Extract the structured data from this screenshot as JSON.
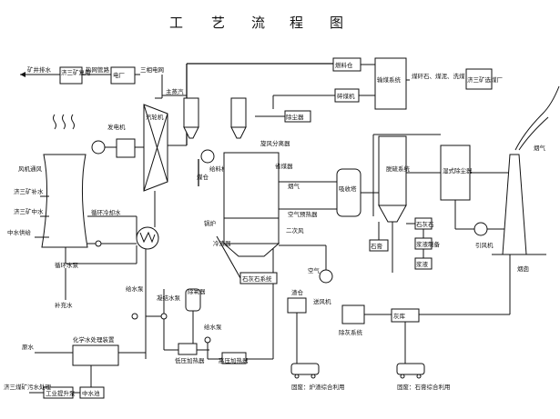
{
  "title": [
    "工",
    "艺",
    "流",
    "程",
    "图"
  ],
  "labels": {
    "mine_dewater": "矿井排水",
    "mine_reuse": "济三矿复用",
    "heat_pipe": "热网管路",
    "grid": "电厂",
    "substation": "三相电网",
    "main_steam": "主蒸汽",
    "turbine": "汽轮机",
    "generator": "发电机",
    "wind": "风机通风",
    "cooling_tower_main": "济三矿补水",
    "cooling_tower_side": "济三矿中水",
    "water_supply": "中水供给",
    "circ_water": "循环冷却水",
    "circ_pump": "循环水泵",
    "makeup_water": "补充水",
    "hp_heater": "给水泵",
    "feed_pump": "凝结水泵",
    "deaerator": "除氧器",
    "lp_heater": "低压加热器",
    "boiler_feed": "给水泵",
    "hp_heater2": "高压加热器",
    "chem_water": "化学水处理装置",
    "raw_water": "原水",
    "industrial_pump": "工业提升泵",
    "middle_pool": "中水池",
    "mine_water_out": "济三煤矿污水处理",
    "coal_supply": "输煤系统",
    "coal_yard": "燃料仓",
    "coal_crusher": "碎煤机",
    "coal_types": "煤矸石、煤泥、洗煤",
    "mine_coal": "济三矿选煤厂",
    "boiler": "锅炉",
    "coal_mill": "给料机",
    "furnace": "煤仓",
    "cyclone": "旋风分离器",
    "air_preheater": "空气预热器",
    "economizer": "省煤器",
    "secondary_air": "二次风",
    "bag_filter": "除尘器",
    "desulfur": "石灰石系统",
    "flue_gas": "烟气",
    "fgd_tower": "吸收塔",
    "absorber": "脱硫系统",
    "wet_esp": "湿式除尘器",
    "id_fan": "引风机",
    "chimney": "烟囱",
    "smoke": "烟气",
    "primary_air": "空气",
    "fd_fan": "送风机",
    "ash_silo": "渣仓",
    "slag_cooler": "冷渣器",
    "ash_system": "除灰系统",
    "fly_ash": "灰库",
    "gypsum_out": "固废：石膏综合利用",
    "slag_out": "固废：炉渣综合利用",
    "limestone": "石灰石",
    "lime_prep": "浆液制备",
    "gypsum": "石膏",
    "slurry": "浆液"
  }
}
